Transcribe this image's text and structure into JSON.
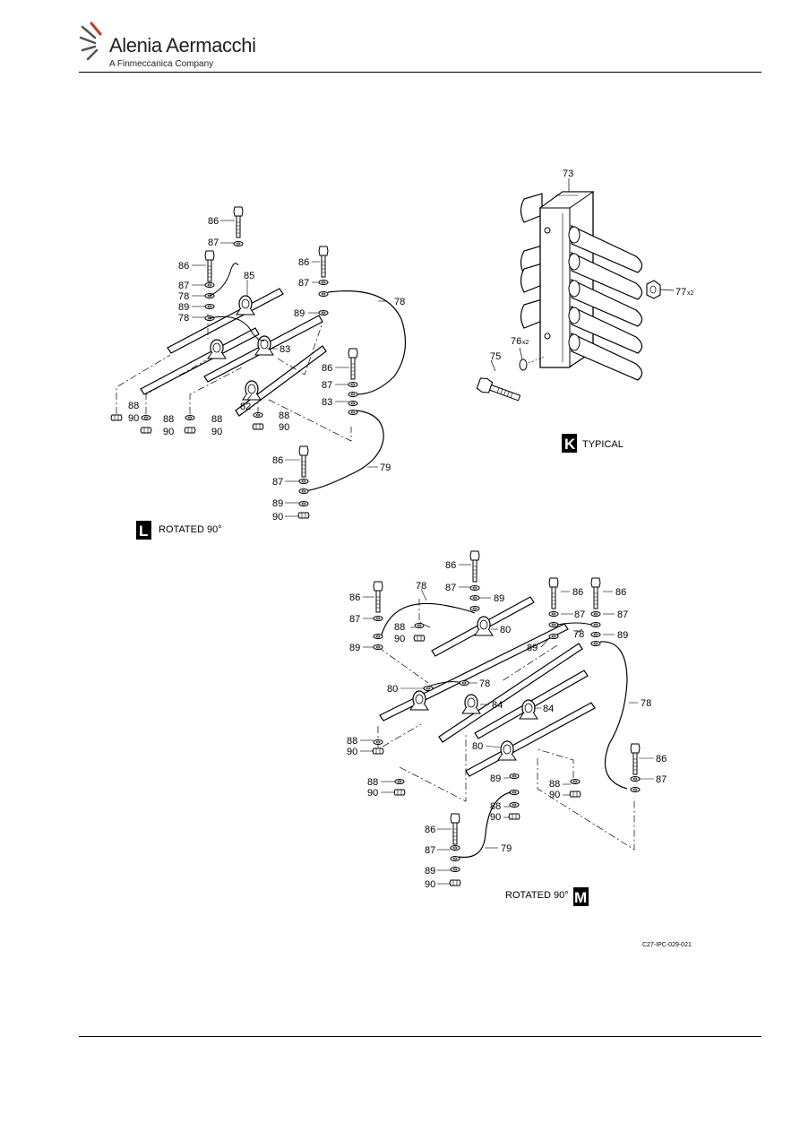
{
  "header": {
    "company_name": "Alenia Aermacchi",
    "company_subtitle": "A Finmeccanica Company"
  },
  "views": {
    "L": {
      "letter": "L",
      "caption": "ROTATED 90°"
    },
    "K": {
      "letter": "K",
      "caption": "TYPICAL"
    },
    "M": {
      "letter": "M",
      "caption": "ROTATED 90°"
    }
  },
  "figure_reference": "C27-IPC-029-021",
  "callouts": {
    "k": [
      "73",
      "75",
      "76",
      "x2",
      "77",
      "x2"
    ],
    "l": [
      "86",
      "87",
      "86",
      "87",
      "78",
      "89",
      "78",
      "85",
      "86",
      "87",
      "78",
      "89",
      "83",
      "86",
      "87",
      "83",
      "82",
      "88",
      "90",
      "88",
      "90",
      "88",
      "90",
      "88",
      "90",
      "86",
      "87",
      "79",
      "89",
      "90"
    ],
    "m": [
      "86",
      "87",
      "89",
      "86",
      "87",
      "89",
      "78",
      "88",
      "90",
      "80",
      "86",
      "87",
      "86",
      "87",
      "89",
      "78",
      "89",
      "80",
      "78",
      "84",
      "84",
      "78",
      "88",
      "90",
      "80",
      "89",
      "88",
      "90",
      "88",
      "90",
      "88",
      "90",
      "86",
      "87",
      "86",
      "87",
      "79",
      "89",
      "90"
    ]
  },
  "colors": {
    "line": "#000000",
    "label_box": "#000000",
    "label_text": "#ffffff"
  }
}
